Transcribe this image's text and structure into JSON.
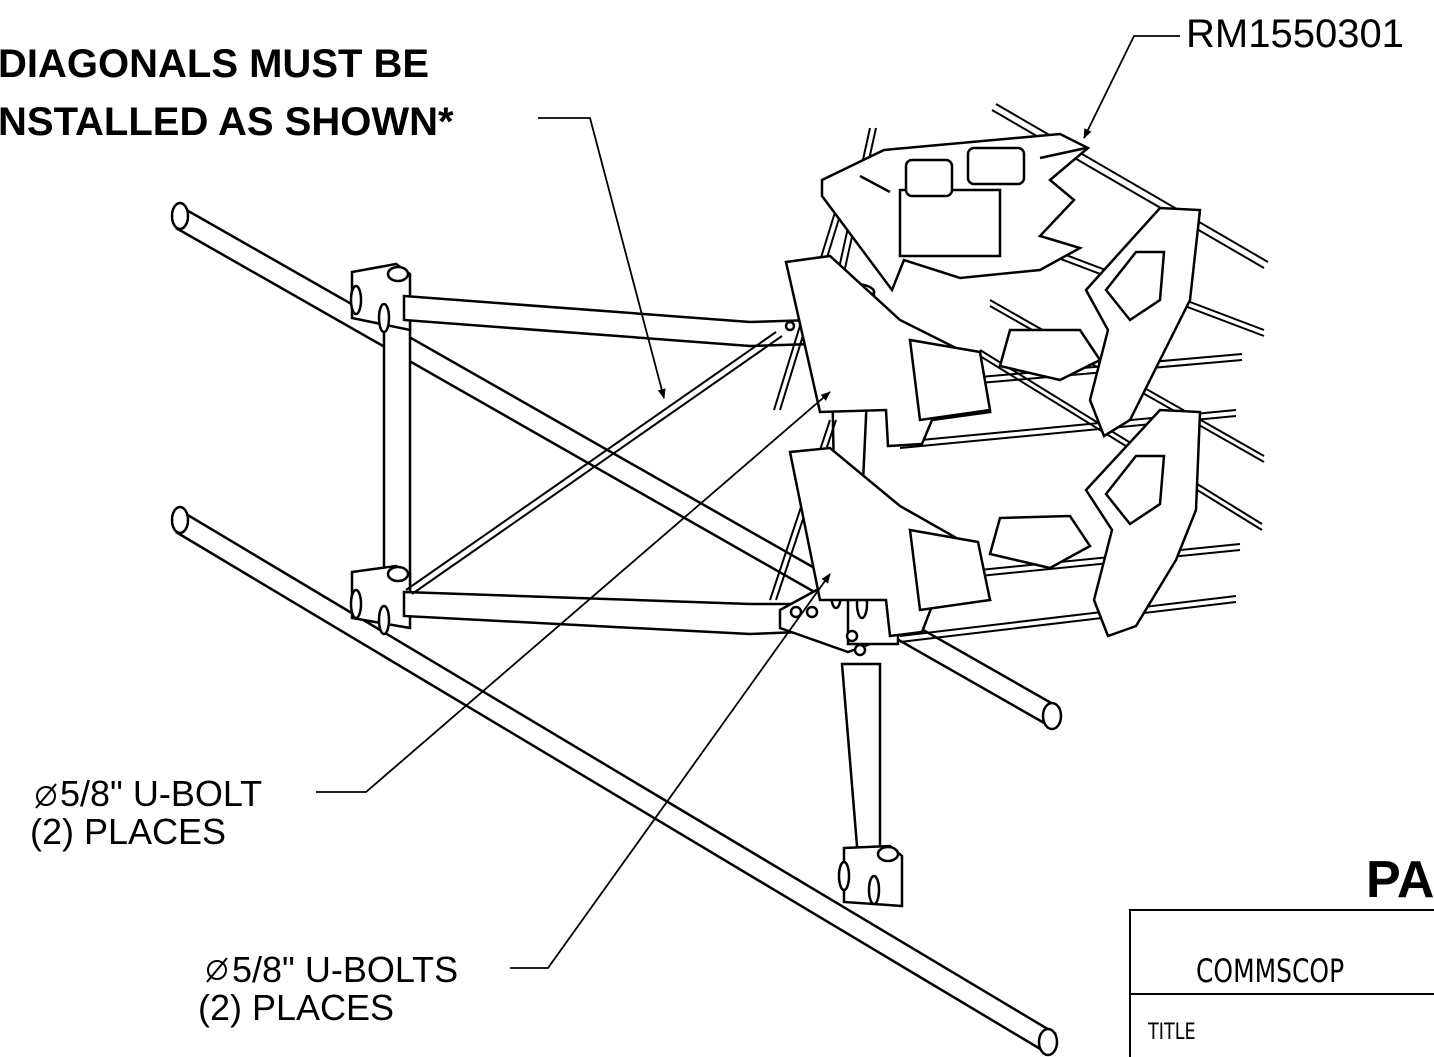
{
  "notes": {
    "diagonal_line1": "DIAGONALS MUST BE",
    "diagonal_line2": "NSTALLED AS SHOWN*"
  },
  "callouts": {
    "part_number": "RM1550301",
    "ubolt_single": {
      "line1": "5/8\" U-BOLT",
      "line2": "(2) PLACES"
    },
    "ubolt_plural": {
      "line1": "5/8\" U-BOLTS",
      "line2": "(2) PLACES"
    }
  },
  "title_block": {
    "heading_partial": "PA",
    "company_partial": "COMMSCOP",
    "title_label": "TITLE"
  }
}
